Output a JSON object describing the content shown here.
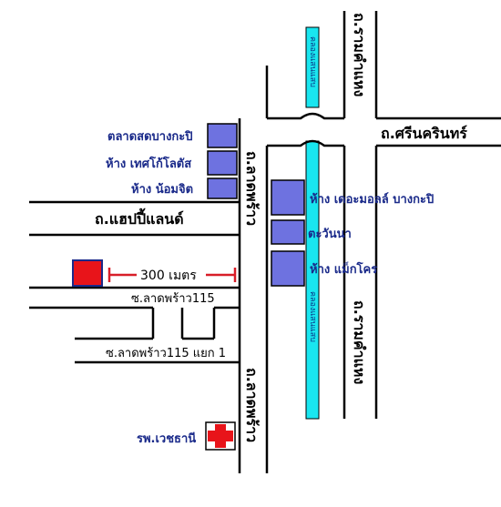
{
  "roads": {
    "happyland": "ถ.แฮปปี้แลนด์",
    "srinakarin": "ถ.ศรีนครินทร์",
    "ramintra_top": "ถ.รามคำแหง",
    "ramintra_bottom": "ถ.รามคำแหง",
    "ladprao_top": "ถ.ลาดพร้าว",
    "ladprao_bottom": "ถ.ลาดพร้าว",
    "soi_115": "ซ.ลาดพร้าว115",
    "soi_115_1": "ซ.ลาดพร้าว115 แยก 1"
  },
  "landmarks": {
    "talad": "ตลาดสดบางกะปิ",
    "tesco": "ห้าง เทศโก้โลตัส",
    "nomjit": "ห้าง น้อมจิต",
    "mall": "ห้าง เดอะมอลล์ บางกะปิ",
    "tawanna": "ตะวันนา",
    "makro": "ห้าง แม็กโคร",
    "hospital": "รพ.เวชธานี"
  },
  "canal": {
    "label_top": "คลองแสนแสบ",
    "label_bottom": "คลองแสนแสบ"
  },
  "distance": {
    "label": "300 เมตร"
  },
  "colors": {
    "building": "#6e72e0",
    "target": "#e8141a",
    "canal": "#19e6f0",
    "distance": "#d81e28",
    "label_blue": "#1a2a8a"
  }
}
